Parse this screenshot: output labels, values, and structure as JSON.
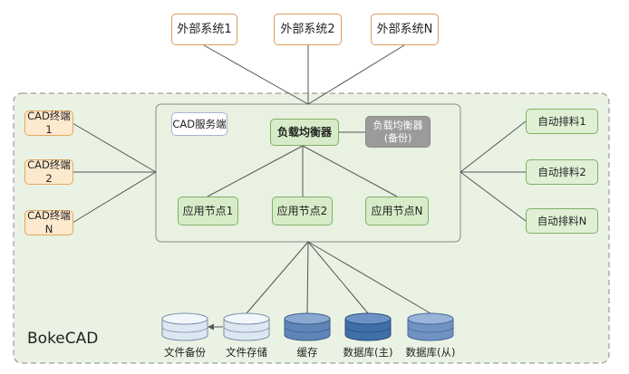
{
  "brand": "BokeCAD",
  "external_systems": [
    "外部系统1",
    "外部系统2",
    "外部系统N"
  ],
  "cad_terminals": [
    "CAD终端1",
    "CAD终端2",
    "CAD终端N"
  ],
  "auto_layout": [
    "自动排料1",
    "自动排料2",
    "自动排料N"
  ],
  "server": {
    "title": "CAD服务端",
    "load_balancer": "负载均衡器",
    "backup_lb_line1": "负载均衡器",
    "backup_lb_line2": "(备份)",
    "app_nodes": [
      "应用节点1",
      "应用节点2",
      "应用节点N"
    ]
  },
  "storage": [
    "文件备份",
    "文件存储",
    "缓存",
    "数据库(主)",
    "数据库(从)"
  ],
  "colors": {
    "container_fill": "#eaf2e3",
    "container_border": "#8a8a8a",
    "line": "#555555",
    "file_cylinder": "#dde7f2",
    "cache_cylinder": "#5f85b8",
    "db_main_cylinder": "#3f6ea8",
    "db_slave_cylinder": "#6f92c2"
  }
}
